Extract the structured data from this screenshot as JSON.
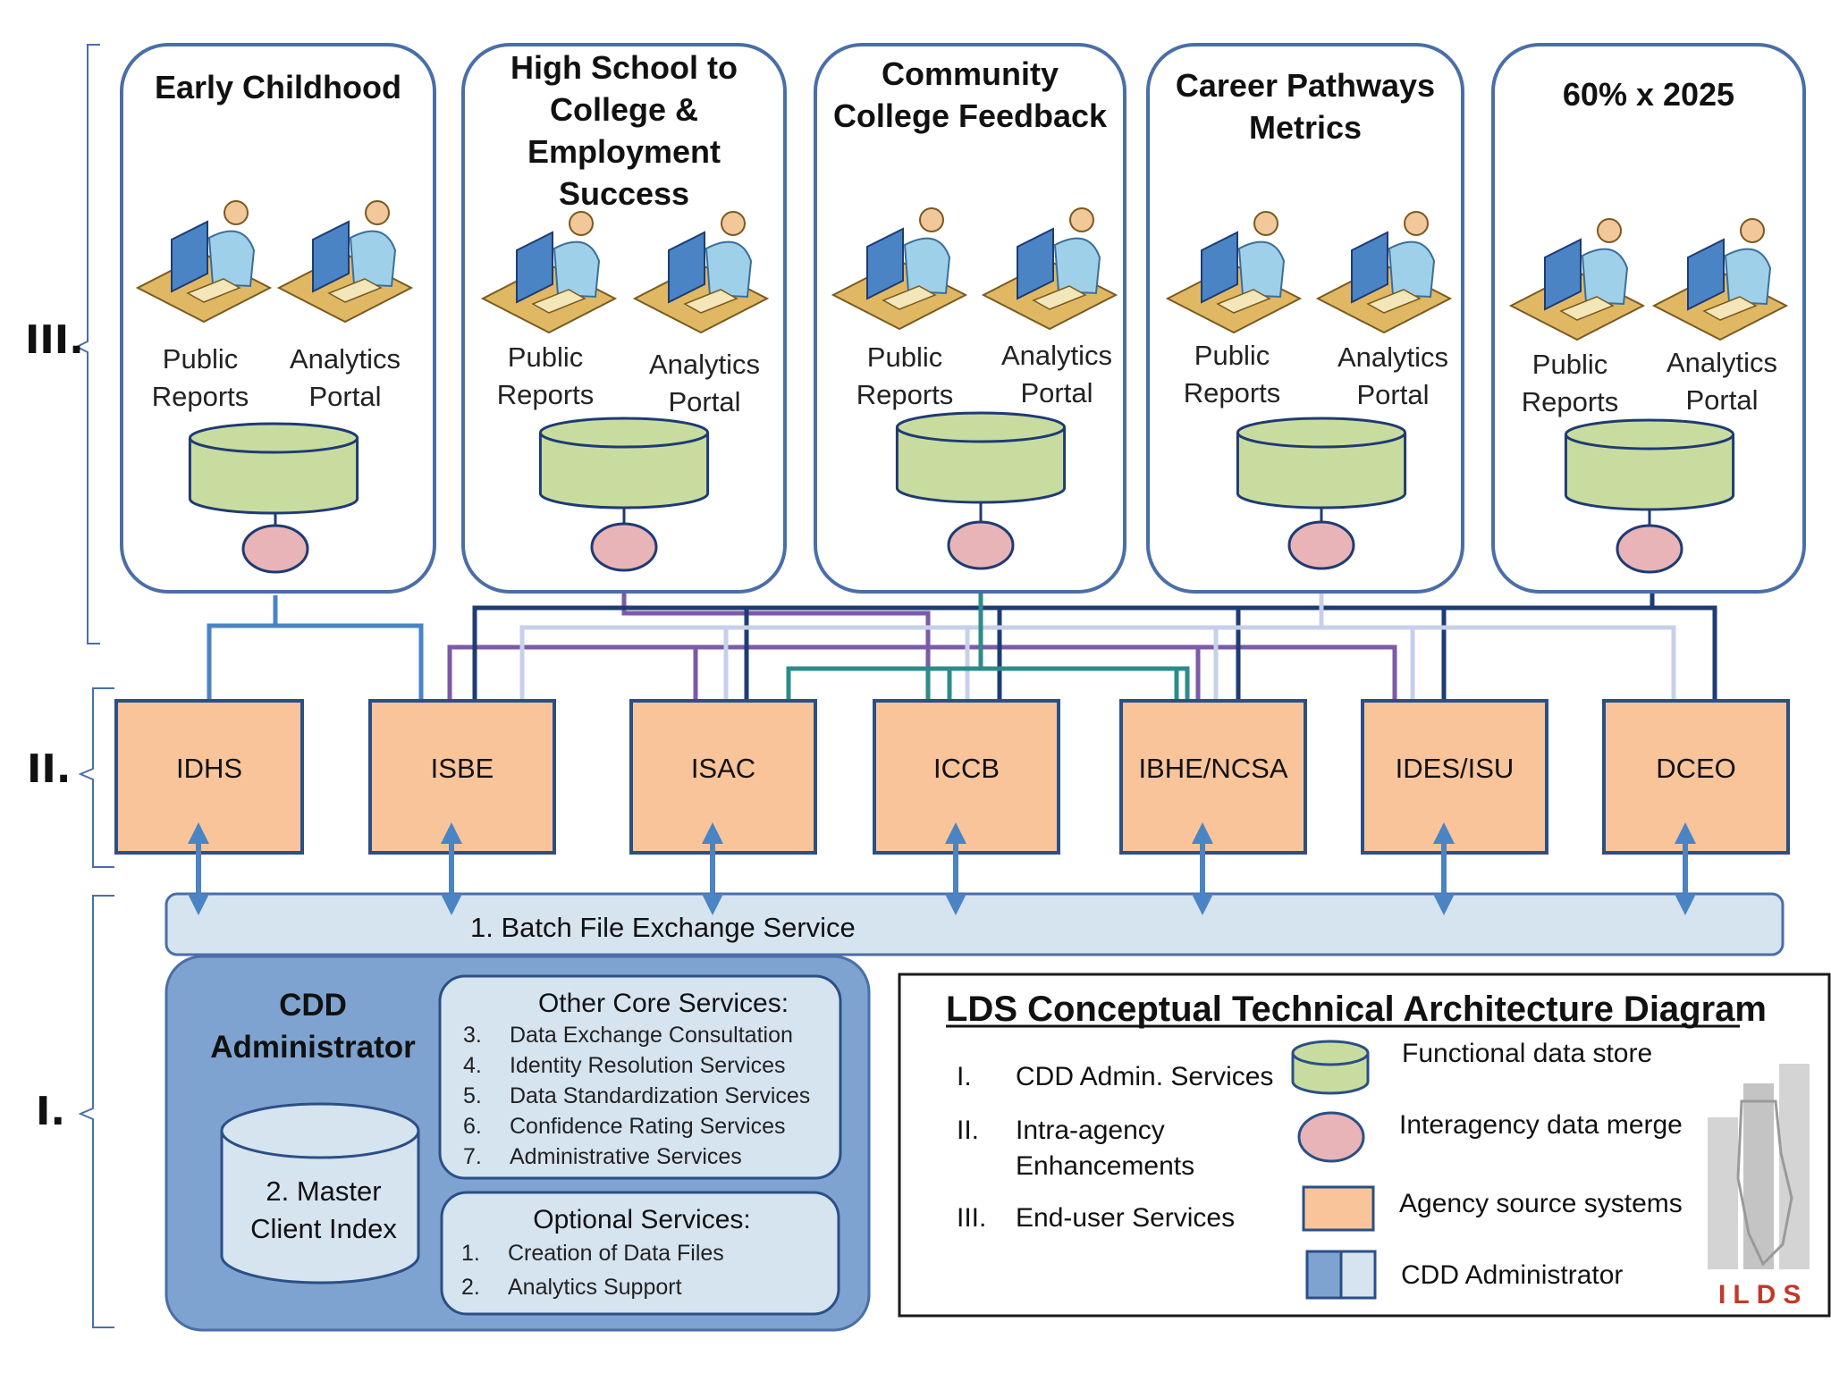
{
  "tiers": {
    "tier3": "III.",
    "tier2": "II.",
    "tier1": "I."
  },
  "panels": [
    {
      "id": "early",
      "title_lines": [
        "Early Childhood"
      ]
    },
    {
      "id": "hs",
      "title_lines": [
        "High School to",
        "College &",
        "Employment",
        "Success"
      ]
    },
    {
      "id": "cc",
      "title_lines": [
        "Community",
        "College Feedback"
      ]
    },
    {
      "id": "career",
      "title_lines": [
        "Career Pathways",
        "Metrics"
      ]
    },
    {
      "id": "sixty",
      "title_lines": [
        "60% x 2025"
      ]
    }
  ],
  "user_labels": {
    "public": [
      "Public",
      "Reports"
    ],
    "analytics": [
      "Analytics",
      "Portal"
    ]
  },
  "agencies": [
    "IDHS",
    "ISBE",
    "ISAC",
    "ICCB",
    "IBHE/NCSA",
    "IDES/ISU",
    "DCEO"
  ],
  "batch_service": "1. Batch File Exchange Service",
  "cdd": {
    "title_lines": [
      "CDD",
      "Administrator"
    ],
    "mci_lines": [
      "2. Master",
      "Client Index"
    ],
    "core_title": "Other Core Services:",
    "core_items": [
      {
        "num": "3.",
        "text": "Data Exchange Consultation"
      },
      {
        "num": "4.",
        "text": "Identity Resolution Services"
      },
      {
        "num": "5.",
        "text": "Data Standardization Services"
      },
      {
        "num": "6.",
        "text": "Confidence Rating Services"
      },
      {
        "num": "7.",
        "text": "Administrative Services"
      }
    ],
    "optional_title": "Optional Services:",
    "optional_items": [
      {
        "num": "1.",
        "text": "Creation of Data Files"
      },
      {
        "num": "2.",
        "text": "Analytics Support"
      }
    ]
  },
  "legend": {
    "title": "LDS Conceptual Technical Architecture Diagram",
    "levels": [
      {
        "num": "I.",
        "lines": [
          "CDD Admin. Services"
        ]
      },
      {
        "num": "II.",
        "lines": [
          "Intra-agency",
          "Enhancements"
        ]
      },
      {
        "num": "III.",
        "lines": [
          "End-user Services"
        ]
      }
    ],
    "symbols": [
      {
        "shape": "cylinder",
        "label": "Functional data store"
      },
      {
        "shape": "ellipse",
        "label": "Interagency data merge"
      },
      {
        "shape": "box",
        "label": "Agency source systems"
      },
      {
        "shape": "split-box",
        "label": "CDD Administrator"
      }
    ],
    "logo_text": "ILDS"
  },
  "colors": {
    "panel_border": "#4a6ea8",
    "datastore_fill": "#c9dca0",
    "merge_fill": "#e8b4b8",
    "agency_fill": "#f9c49a",
    "bfes_fill": "#d6e4f0",
    "cdd_fill": "#7fa3d0",
    "arrow": "#4a84c4",
    "link_teal": "#2e8b8b",
    "link_navy": "#1f3b73",
    "link_purple": "#7b5aa6",
    "link_light": "#c7d0ea",
    "link_blue": "#4a84c4"
  }
}
